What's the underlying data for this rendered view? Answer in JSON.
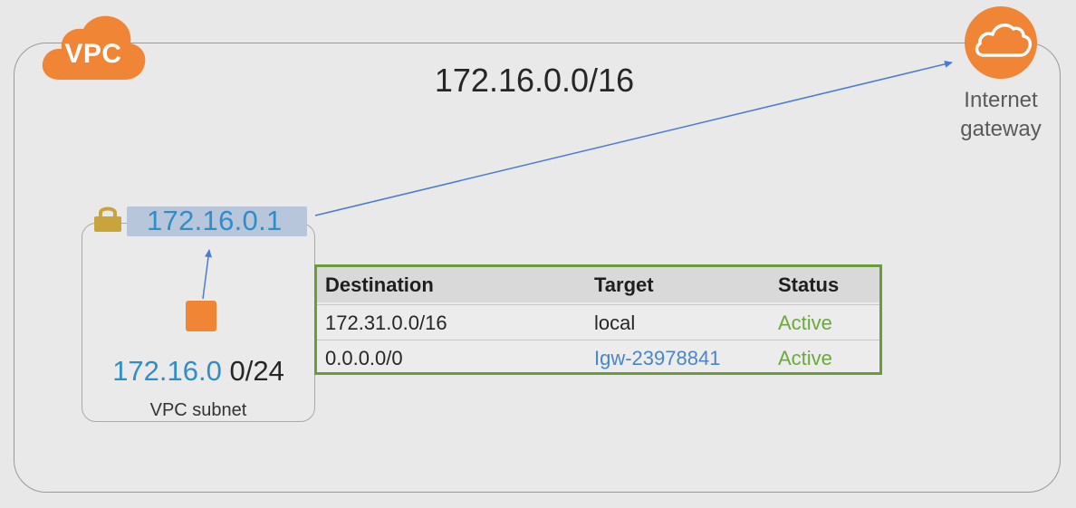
{
  "vpc": {
    "label": "VPC",
    "cidr": "172.16.0.0/16",
    "cloud_color": "#f08535"
  },
  "internet_gateway": {
    "icon": "cloud-icon",
    "label_line1": "Internet",
    "label_line2": "gateway",
    "color": "#f08535"
  },
  "subnet": {
    "ip_address": "172.16.0.1",
    "cidr_part1": "172.16.0",
    "cidr_part2": " 0/24",
    "label": "VPC subnet"
  },
  "route_table": {
    "border_color": "#6a9b3c",
    "columns": [
      "Destination",
      "Target",
      "Status"
    ],
    "rows": [
      {
        "destination": "172.31.0.0/16",
        "target": "local",
        "status": "Active"
      },
      {
        "destination": "0.0.0.0/0",
        "target": "Igw-23978841",
        "status": "Active"
      }
    ]
  },
  "colors": {
    "ip_blue": "#2f8ec9",
    "active_green": "#6aaa3a",
    "arrow_blue": "#4a7bd0"
  }
}
